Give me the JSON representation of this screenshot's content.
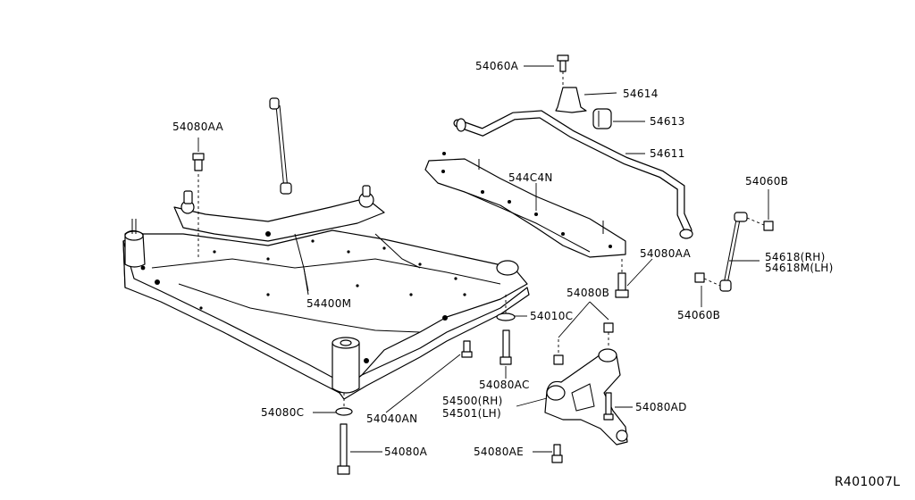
{
  "diagram": {
    "id": "R401007L",
    "labels": {
      "p54060A": "54060A",
      "p54614": "54614",
      "p54613": "54613",
      "p54611": "54611",
      "p544C4N": "544C4N",
      "p54080AA_top": "54080AA",
      "p54060B_top": "54060B",
      "p54618RH": "54618(RH)",
      "p54618MLH": "54618M(LH)",
      "p54080AA_right": "54080AA",
      "p54080B": "54080B",
      "p54400M": "54400M",
      "p54060B_bottom": "54060B",
      "p54010C": "54010C",
      "p54080AC": "54080AC",
      "p54500RH": "54500(RH)",
      "p54501LH": "54501(LH)",
      "p54080AD": "54080AD",
      "p54080C": "54080C",
      "p54040AN": "54040AN",
      "p54080A": "54080A",
      "p54080AE": "54080AE"
    }
  }
}
